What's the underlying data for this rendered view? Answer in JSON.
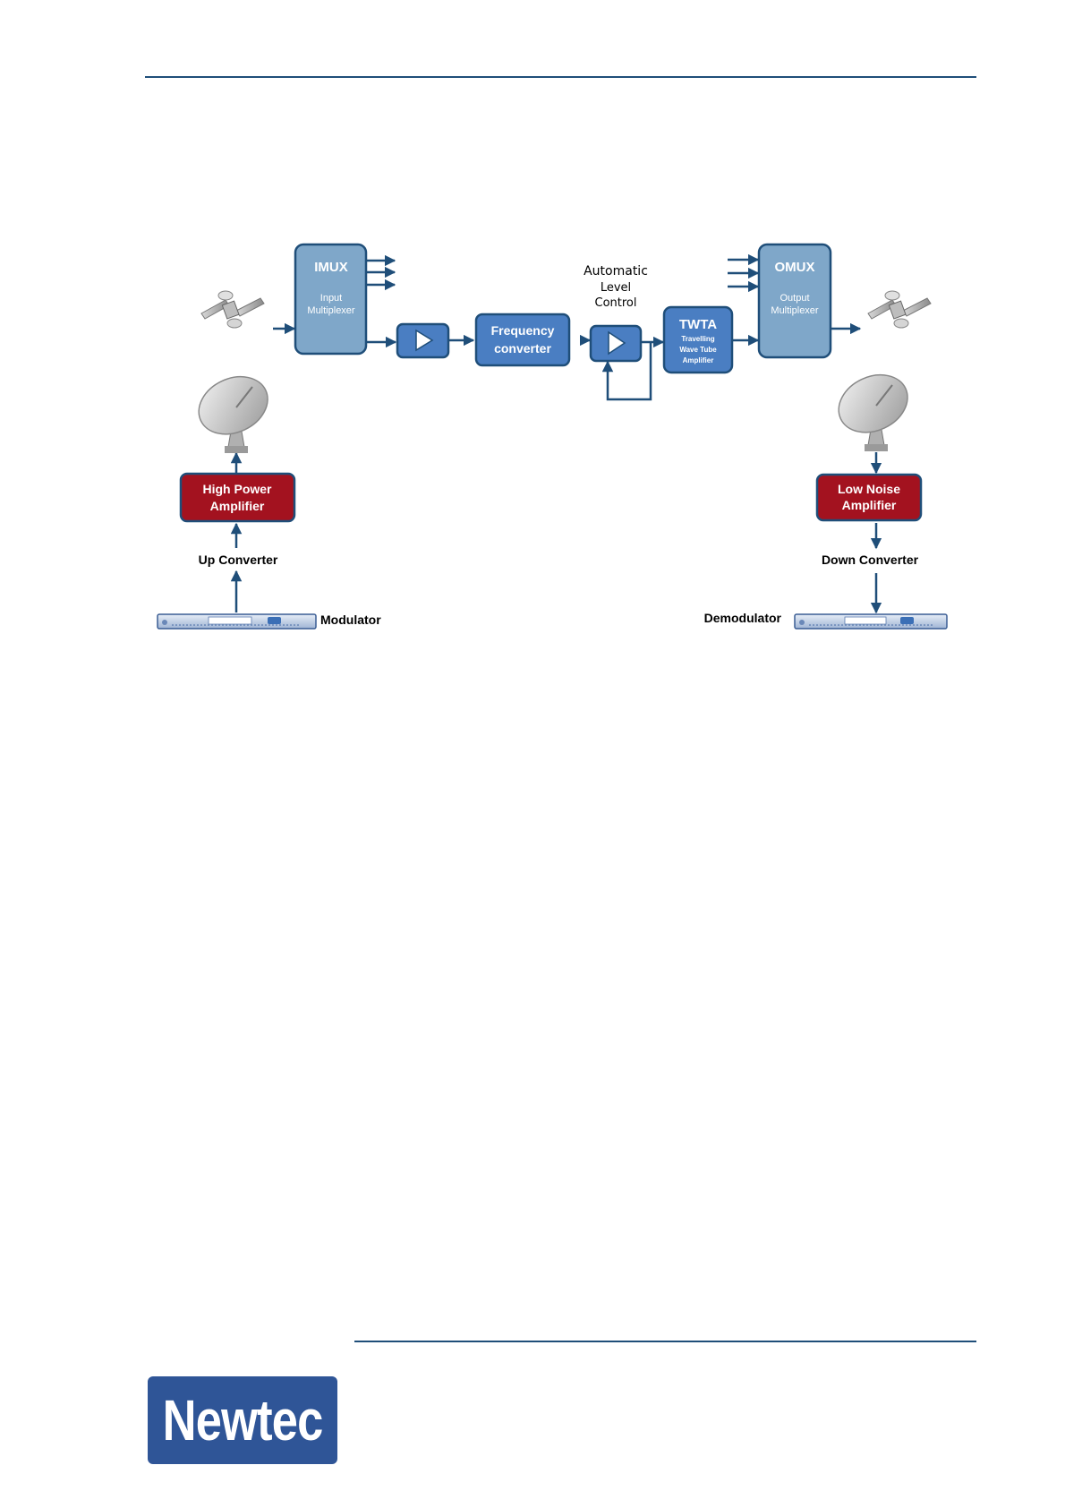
{
  "diagram": {
    "imux": {
      "title": "IMUX",
      "line1": "Input",
      "line2": "Multiplexer"
    },
    "omux": {
      "title": "OMUX",
      "line1": "Output",
      "line2": "Multiplexer"
    },
    "freq": {
      "line1": "Frequency",
      "line2": "converter"
    },
    "alc": {
      "line1": "Automatic",
      "line2": "Level",
      "line3": "Control"
    },
    "twta": {
      "title": "TWTA",
      "line1": "Travelling",
      "line2": "Wave Tube",
      "line3": "Amplifier"
    },
    "hpa": {
      "line1": "High Power",
      "line2": "Amplifier"
    },
    "lna": {
      "line1": "Low Noise",
      "line2": "Amplifier"
    },
    "up_converter": "Up Converter",
    "down_converter": "Down Converter",
    "modulator": "Modulator",
    "demodulator": "Demodulator"
  },
  "footer": {
    "logo_text": "Newtec"
  },
  "colors": {
    "rule": "#1f4e79",
    "mux_fill": "#7fa7c9",
    "block_fill": "#4a7ec2",
    "block_stroke": "#1f4e79",
    "amp_fill": "#a3121f",
    "arrow": "#1f4e79",
    "logo_bg": "#2f5597"
  }
}
